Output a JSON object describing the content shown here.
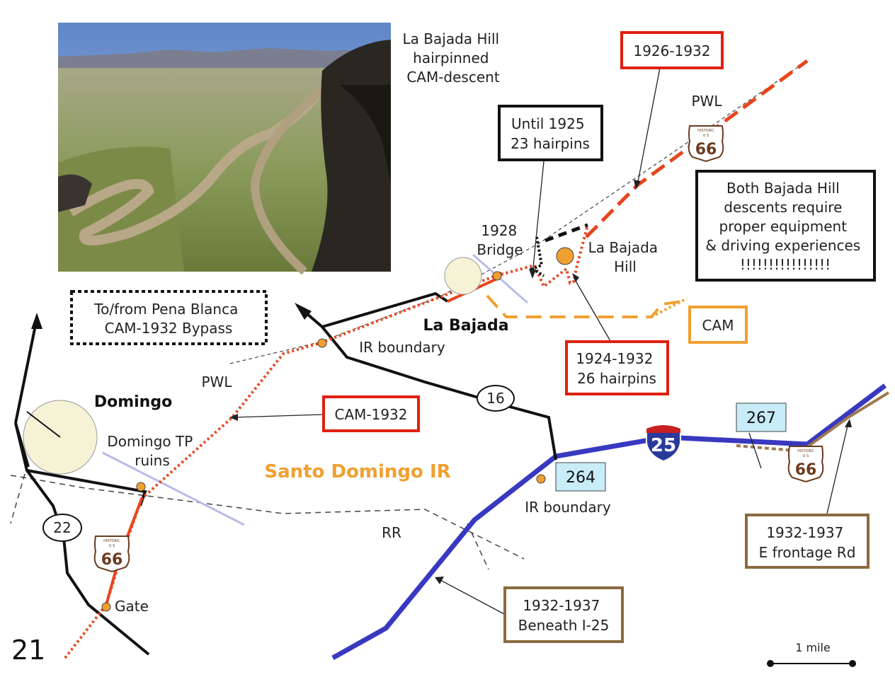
{
  "page_number": "21",
  "photo_caption": [
    "La Bajada Hill",
    "hairpinned",
    "CAM-descent"
  ],
  "callouts": {
    "until_1925": [
      "Until 1925",
      "23 hairpins"
    ],
    "y1926_1932": [
      "1926-1932"
    ],
    "both_bajada": [
      "Both Bajada Hill",
      "descents require",
      "proper equipment",
      "& driving experiences",
      "!!!!!!!!!!!!!!!!"
    ],
    "pena_blanca": [
      "To/from Pena Blanca",
      "CAM-1932 Bypass"
    ],
    "cam_1932": [
      "CAM-1932"
    ],
    "y1924_1932": [
      "1924-1932",
      "26 hairpins"
    ],
    "cam": [
      "CAM"
    ],
    "frontage": [
      "1932-1937",
      "E frontage Rd"
    ],
    "beneath_i25": [
      "1932-1937",
      "Beneath I-25"
    ]
  },
  "labels": {
    "pwl_top": "PWL",
    "pwl_left": "PWL",
    "bridge": [
      "1928",
      "Bridge"
    ],
    "la_bajada_hill": [
      "La Bajada",
      "Hill"
    ],
    "la_bajada": "La Bajada",
    "ir_boundary_1": "IR boundary",
    "ir_boundary_2": "IR boundary",
    "domingo": "Domingo",
    "domingo_tp": [
      "Domingo TP",
      "ruins"
    ],
    "santo_domingo_ir": "Santo Domingo IR",
    "rr": "RR",
    "gate": "Gate",
    "scale": "1 mile"
  },
  "route_markers": {
    "route_16": "16",
    "route_22": "22",
    "interstate": "25",
    "us66": "66",
    "us66_header": "HISTORIC",
    "us66_sub": "U S",
    "exit_264": "264",
    "exit_267": "267"
  },
  "colors": {
    "cam_1932_orange_red": "#e8451c",
    "cam_orange": "#f0a030",
    "interstate_blue": "#3838c0",
    "frontage_brown": "#a07850",
    "callout_red": "#e02010",
    "callout_brown": "#8b6a40",
    "exit_fill": "#c8ecf8",
    "ruins_circle": "#f6f2d6"
  }
}
